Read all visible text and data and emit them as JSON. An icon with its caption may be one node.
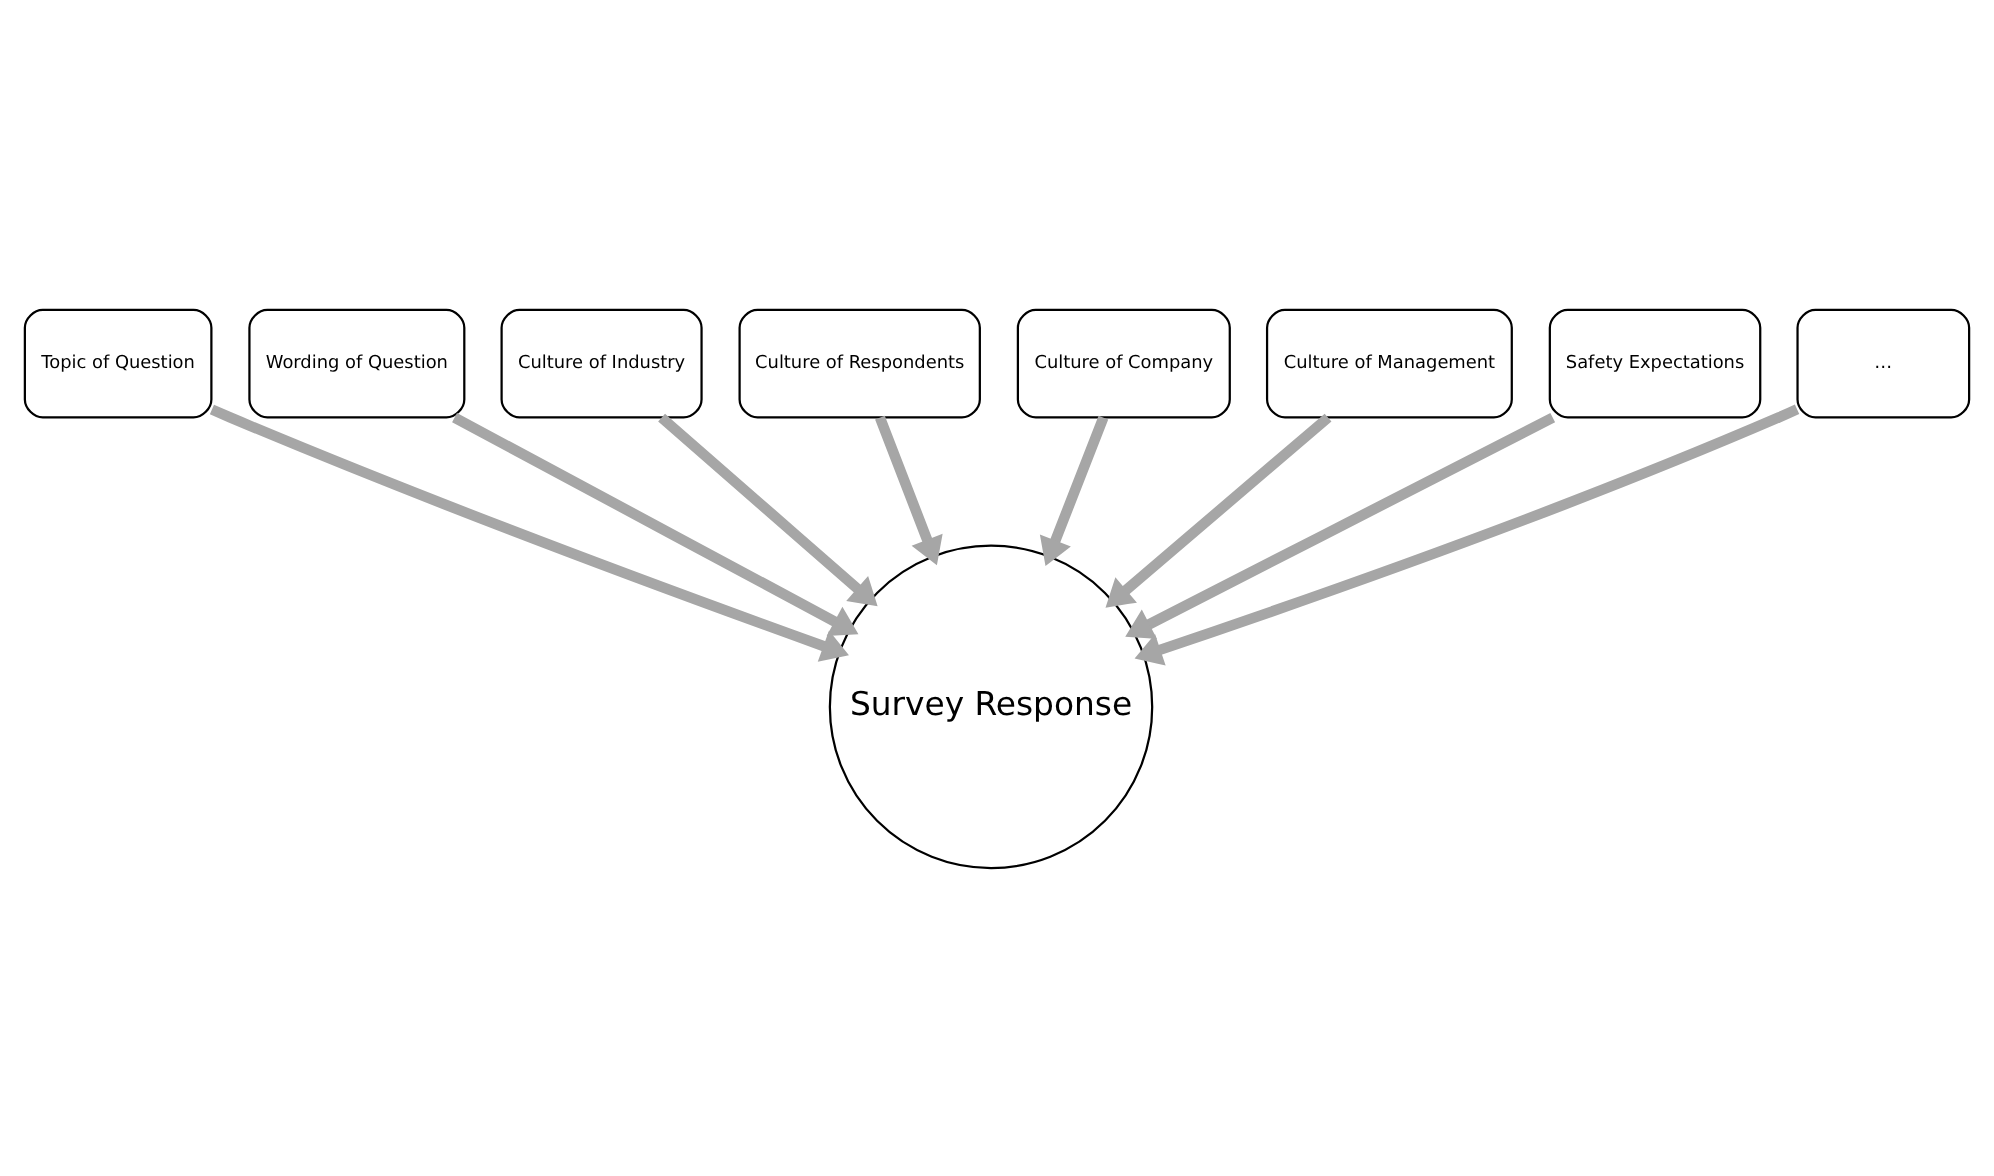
{
  "diagram": {
    "nodes": [
      {
        "text": [
          "Topic of Question"
        ]
      },
      {
        "text": [
          "Wording of Question"
        ]
      },
      {
        "text": [
          "Culture of Industry"
        ]
      },
      {
        "text": [
          "Culture of Respondents"
        ]
      },
      {
        "text": [
          "Culture of Company"
        ]
      },
      {
        "text": [
          "Culture of Management"
        ]
      },
      {
        "text": [
          "Safety Expectations"
        ]
      },
      {
        "text": [
          "…"
        ]
      },
      {
        "text": [
          "Survey Response"
        ]
      }
    ],
    "edges": [
      {
        "from": 0,
        "to": 8,
        "arrow": "to"
      },
      {
        "from": 1,
        "to": 8,
        "arrow": "to"
      },
      {
        "from": 2,
        "to": 8,
        "arrow": "to"
      },
      {
        "from": 3,
        "to": 8,
        "arrow": "to"
      },
      {
        "from": 4,
        "to": 8,
        "arrow": "to"
      },
      {
        "from": 5,
        "to": 8,
        "arrow": "to"
      },
      {
        "from": 6,
        "to": 8,
        "arrow": "to"
      },
      {
        "from": 7,
        "to": 8,
        "arrow": "to"
      }
    ]
  }
}
